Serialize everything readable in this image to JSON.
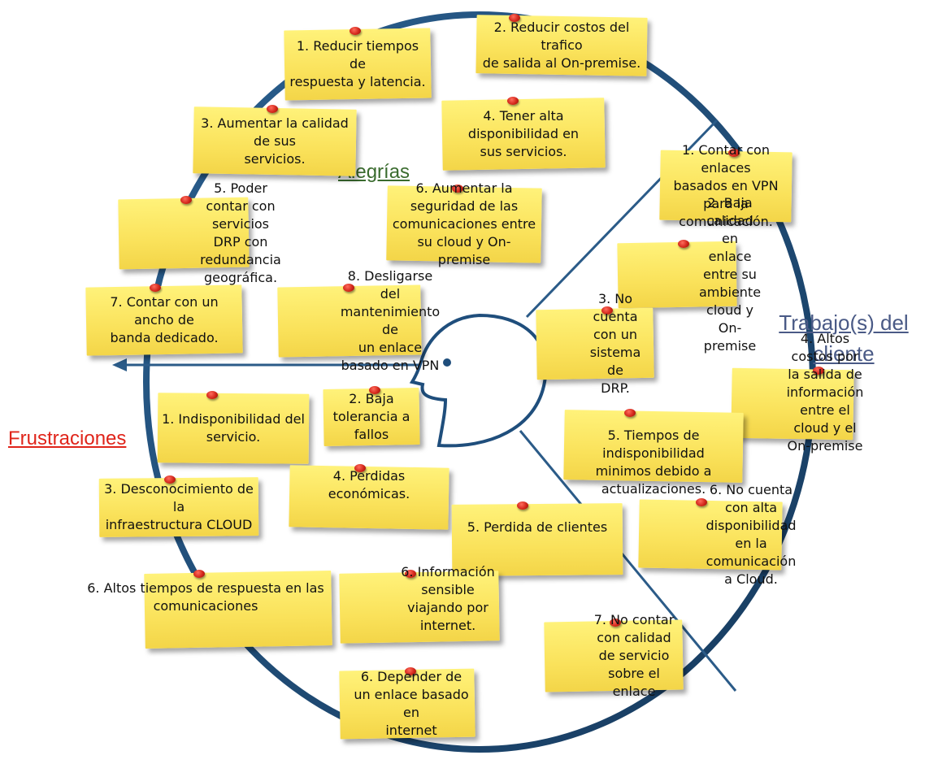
{
  "labels": {
    "alegrias": "Alegrías",
    "frustraciones": "Frustraciones",
    "trabajos": "Trabajo(s) del\ncliente"
  },
  "colors": {
    "circle": "#1f4e7c",
    "note": "#f9e35a",
    "pin": "#d3271b"
  },
  "notes": {
    "alegrias": [
      "1. Reducir tiempos de\nrespuesta y latencia.",
      "2. Reducir costos del trafico\nde salida al On-premise.",
      "3. Aumentar la calidad de sus\nservicios.",
      "4. Tener alta disponibilidad en\nsus servicios.",
      "5. Poder contar con servicios DRP con\nredundancia geográfica.",
      "6. Aumentar la seguridad de las\ncomunicaciones entre su cloud y On-\npremise",
      "7. Contar con un ancho de\nbanda dedicado.",
      "8. Desligarse del mantenimiento de\nun enlace basado en VPN"
    ],
    "frustraciones": [
      "1. Indisponibilidad del\nservicio.",
      "2. Baja tolerancia a\nfallos",
      "3. Desconocimiento de la\ninfraestructura CLOUD",
      "4. Perdidas económicas.",
      "5. Perdida de clientes",
      "6. Altos tiempos de respuesta en las\ncomunicaciones",
      "6. Información sensible viajando por\ninternet.",
      "6. Depender de un enlace basado en\ninternet"
    ],
    "trabajos": [
      "1. Contar con enlaces\nbasados en VPN para la\ncomunicación.",
      "2. Baja calidad en enlace entre su\nambiente cloud y On-premise",
      "3. No cuenta con un sistema de\nDRP.",
      "4. Altos costos por la salida de\ninformación entre el cloud y el\nOn-premise",
      "5. Tiempos de indisponibilidad\nminimos debido a actualizaciones.",
      "6. No cuenta con alta disponibilidad\nen la comunicación a Cloud.",
      "7. No contar con calidad de servicio\nsobre el enlace"
    ]
  }
}
